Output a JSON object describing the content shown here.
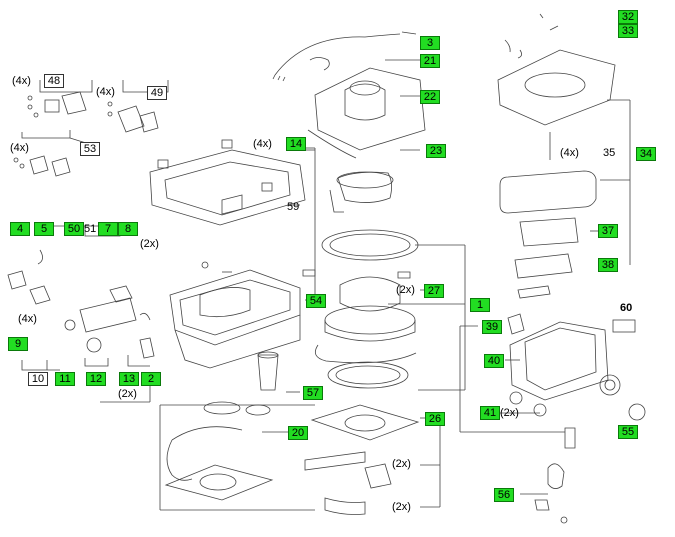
{
  "title": "",
  "parts": {
    "p1": "1",
    "p2": "2",
    "p3": "3",
    "p4": "4",
    "p5": "5",
    "p7": "7",
    "p8": "8",
    "p9": "9",
    "p10": "10",
    "p11": "11",
    "p12": "12",
    "p13": "13",
    "p14": "14",
    "p20": "20",
    "p21": "21",
    "p22": "22",
    "p23": "23",
    "p26": "26",
    "p27": "27",
    "p32": "32",
    "p33": "33",
    "p34": "34",
    "p35": "35",
    "p37": "37",
    "p38": "38",
    "p39": "39",
    "p40": "40",
    "p41": "41",
    "p48": "48",
    "p49": "49",
    "p50": "50",
    "p51": "51",
    "p53": "53",
    "p54": "54",
    "p55": "55",
    "p56": "56",
    "p57": "57",
    "p59": "59",
    "p60": "60"
  },
  "quantities": {
    "q4x_a": "(4x)",
    "q4x_b": "(4x)",
    "q4x_c": "(4x)",
    "q4x_d": "(4x)",
    "q4x_e": "(4x)",
    "q4x_f": "(4x)",
    "q2x_a": "(2x)",
    "q2x_b": "(2x)",
    "q2x_c": "(2x)",
    "q2x_d": "(2x)",
    "q2x_e": "(2x)",
    "q2x_f": "(2x)"
  },
  "colors": {
    "highlight": "#22dd22",
    "line": "#333333"
  }
}
